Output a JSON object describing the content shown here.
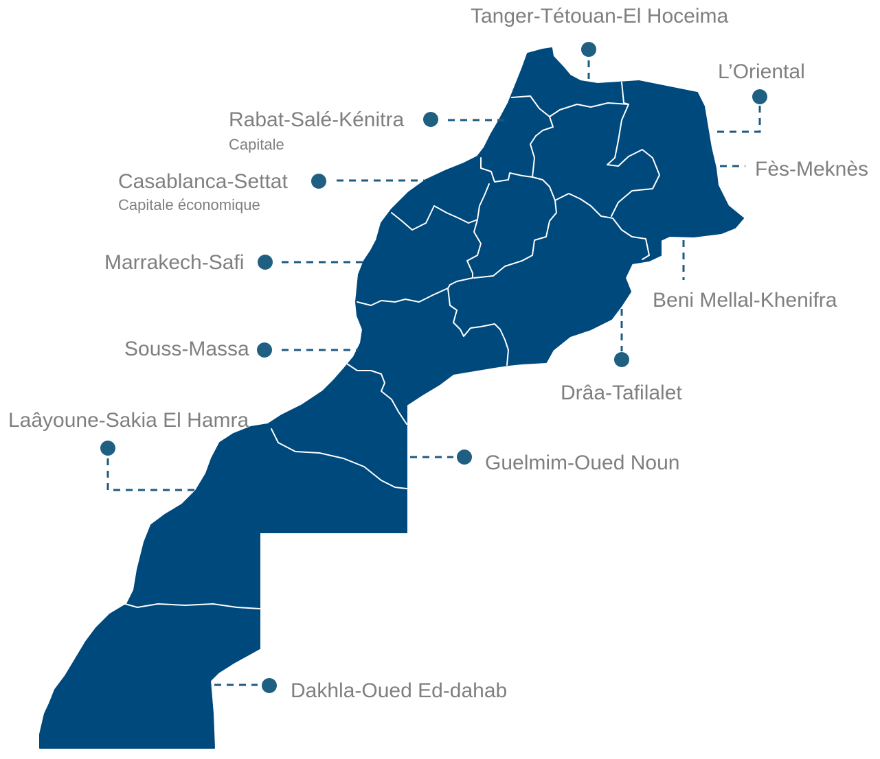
{
  "map": {
    "fill_color": "#00497c",
    "border_color": "#ffffff",
    "marker_color": "#1e5f82",
    "label_color": "#7f7f7f"
  },
  "regions": {
    "tanger": {
      "label": "Tanger-Tétouan-El Hoceima"
    },
    "oriental": {
      "label": "L’Oriental"
    },
    "rabat": {
      "label": "Rabat-Salé-Kénitra",
      "sublabel": "Capitale"
    },
    "fes": {
      "label": "Fès-Meknès"
    },
    "casablanca": {
      "label": "Casablanca-Settat",
      "sublabel": "Capitale économique"
    },
    "marrakech": {
      "label": "Marrakech-Safi"
    },
    "beni_mellal": {
      "label": "Beni Mellal-Khenifra"
    },
    "souss": {
      "label": "Souss-Massa"
    },
    "draa": {
      "label": "Drâa-Tafilalet"
    },
    "laayoune": {
      "label": "Laâyoune-Sakia El Hamra"
    },
    "guelmim": {
      "label": "Guelmim-Oued Noun"
    },
    "dakhla": {
      "label": "Dakhla-Oued Ed-dahab"
    }
  }
}
